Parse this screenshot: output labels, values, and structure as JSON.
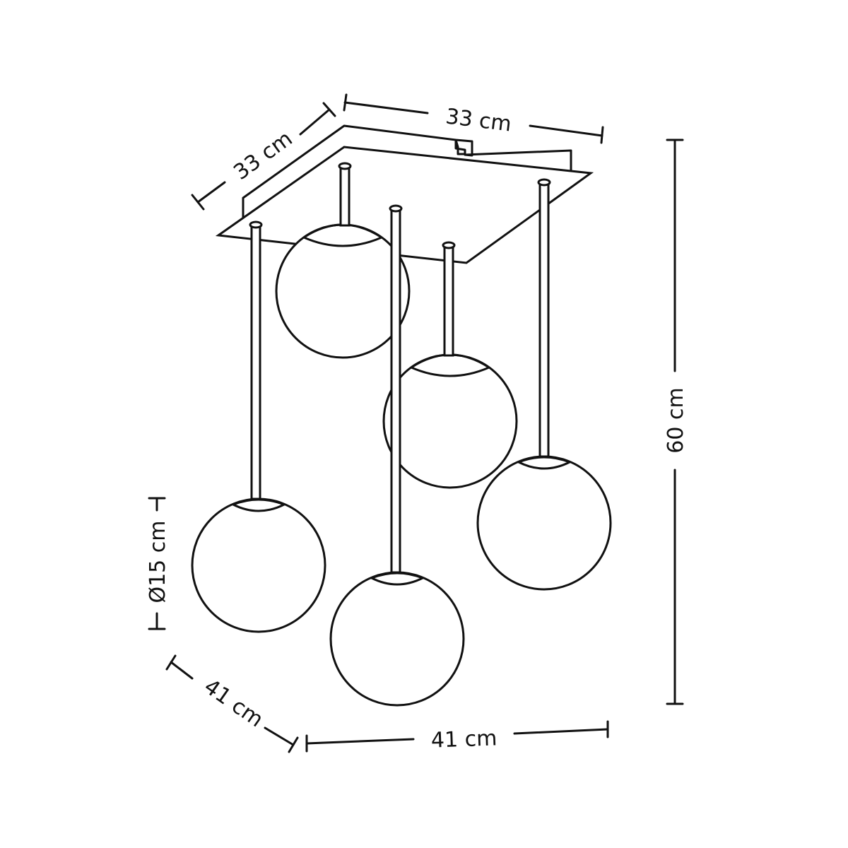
{
  "dimensions": {
    "canopy_depth": "33 cm",
    "canopy_width": "33 cm",
    "total_height": "60 cm",
    "globe_diameter": "Ø15 cm",
    "overall_depth": "41 cm",
    "overall_width": "41 cm"
  },
  "colors": {
    "line": "#111111",
    "background": "#ffffff"
  }
}
